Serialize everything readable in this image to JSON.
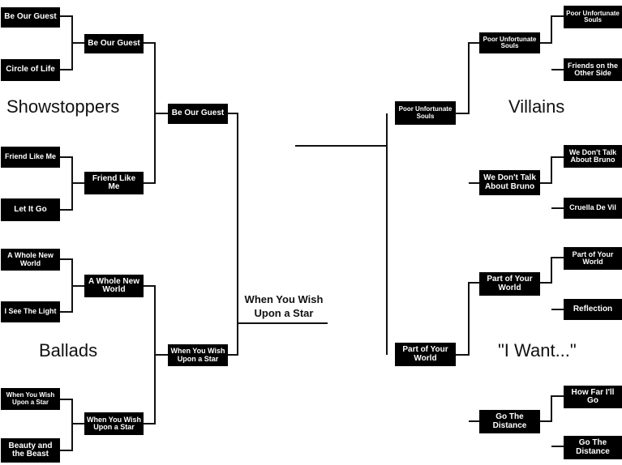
{
  "regions": {
    "showstoppers": "Showstoppers",
    "ballads": "Ballads",
    "villains": "Villains",
    "i_want": "\"I Want...\""
  },
  "left": {
    "round1": [
      "Be Our Guest",
      "Circle of Life",
      "Friend Like Me",
      "Let It Go",
      "A Whole New World",
      "I See The Light",
      "When You Wish Upon a Star",
      "Beauty and the Beast"
    ],
    "round2": [
      "Be Our Guest",
      "Friend Like Me",
      "A Whole New World",
      "When You Wish Upon a Star"
    ],
    "round3": [
      "Be Our Guest",
      "When You Wish Upon a Star"
    ]
  },
  "right": {
    "round1": [
      "Poor Unfortunate Souls",
      "Friends on the Other Side",
      "We Don't Talk About Bruno",
      "Cruella De Vil",
      "Part of Your World",
      "Reflection",
      "How Far I'll Go",
      "Go The Distance"
    ],
    "round2": [
      "Poor Unfortunate Souls",
      "We Don't Talk About Bruno",
      "Part of Your World",
      "Go The Distance"
    ],
    "round3": [
      "Poor Unfortunate Souls",
      "Part of Your World"
    ]
  },
  "champion": "When You Wish Upon a Star"
}
